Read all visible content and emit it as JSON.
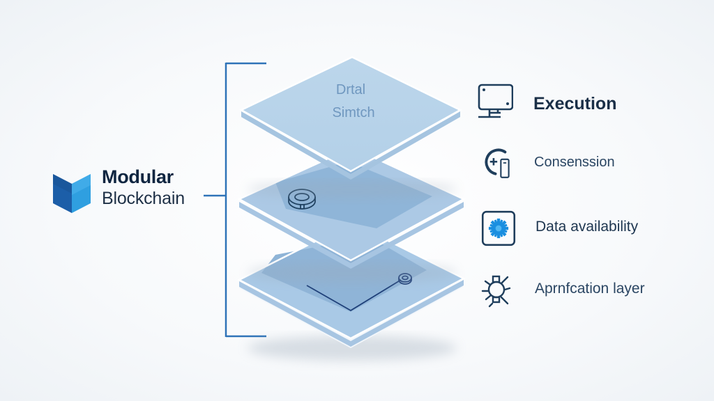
{
  "title": {
    "line1": "Modular",
    "line2": "Blockchain"
  },
  "top_layer_text": {
    "line1": "Drtal",
    "line2": "Simtch"
  },
  "layers": [
    {
      "id": "top",
      "label": "Execution",
      "icon": "monitor-icon"
    },
    {
      "id": "middle",
      "label": "Consenssion",
      "icon": "phone-plus-icon"
    },
    {
      "id": "data",
      "label": "Data availability",
      "icon": "gear-badge-icon"
    },
    {
      "id": "app",
      "label": "Aprnfcation layer",
      "icon": "bulb-rays-icon"
    }
  ],
  "colors": {
    "accent": "#1f6fb2",
    "bracket": "#2e73b8",
    "layer_light": "#b9d4ea",
    "layer_mid": "#8fb5d8",
    "layer_edge": "#9cbfdf",
    "text_dark": "#1a2f47",
    "icon_stroke": "#1f3e5c",
    "gear_blue": "#1a8fe0"
  }
}
